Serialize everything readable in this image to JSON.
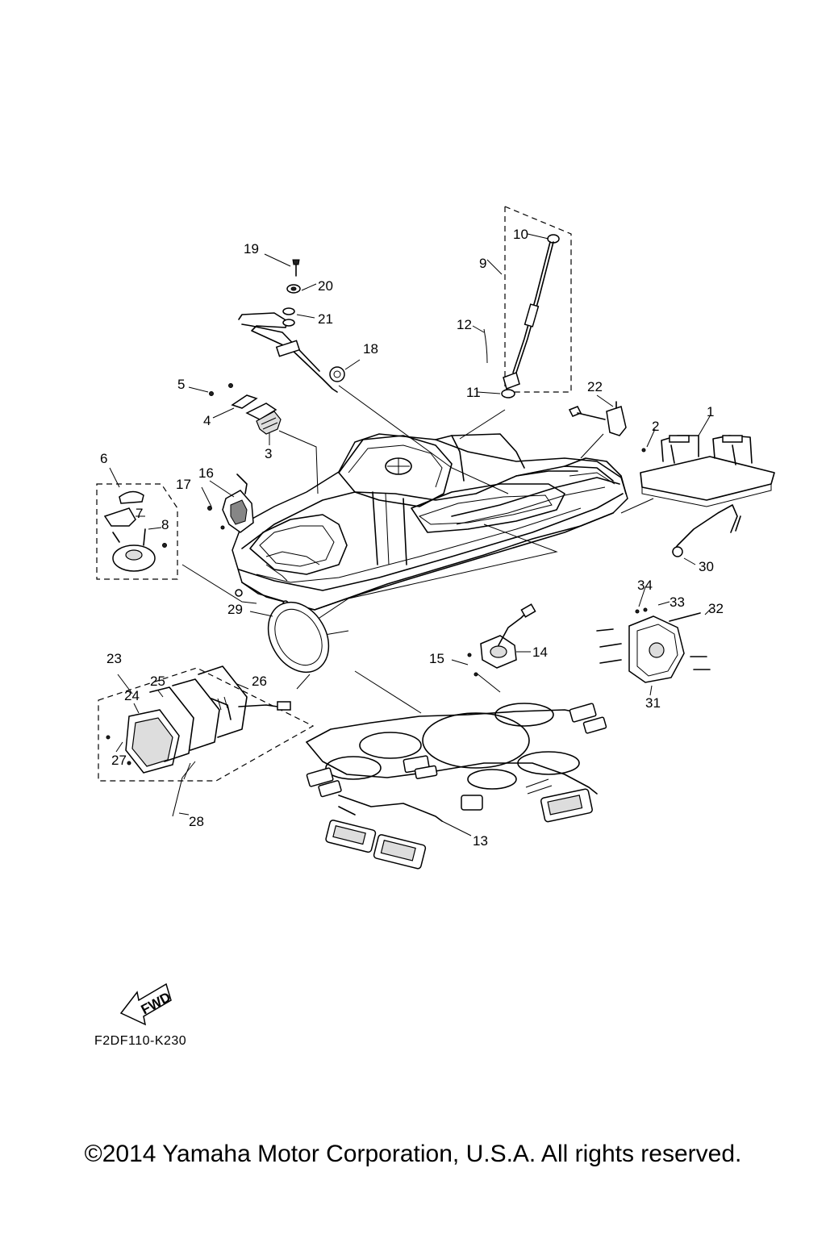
{
  "part_labels": {
    "p1": "1",
    "p2": "2",
    "p3": "3",
    "p4": "4",
    "p5": "5",
    "p6": "6",
    "p7": "7",
    "p8": "8",
    "p9": "9",
    "p10": "10",
    "p11": "11",
    "p12": "12",
    "p13": "13",
    "p14": "14",
    "p15": "15",
    "p16": "16",
    "p17": "17",
    "p18": "18",
    "p19": "19",
    "p20": "20",
    "p21": "21",
    "p22": "22",
    "p23": "23",
    "p24": "24",
    "p25": "25",
    "p26": "26",
    "p27": "27",
    "p28": "28",
    "p29": "29",
    "p30": "30",
    "p31": "31",
    "p32": "32",
    "p33": "33",
    "p34": "34"
  },
  "fwd_label": "FWD",
  "ref_code": "F2DF110-K230",
  "copyright": "©2014 Yamaha Motor Corporation, U.S.A. All rights reserved."
}
